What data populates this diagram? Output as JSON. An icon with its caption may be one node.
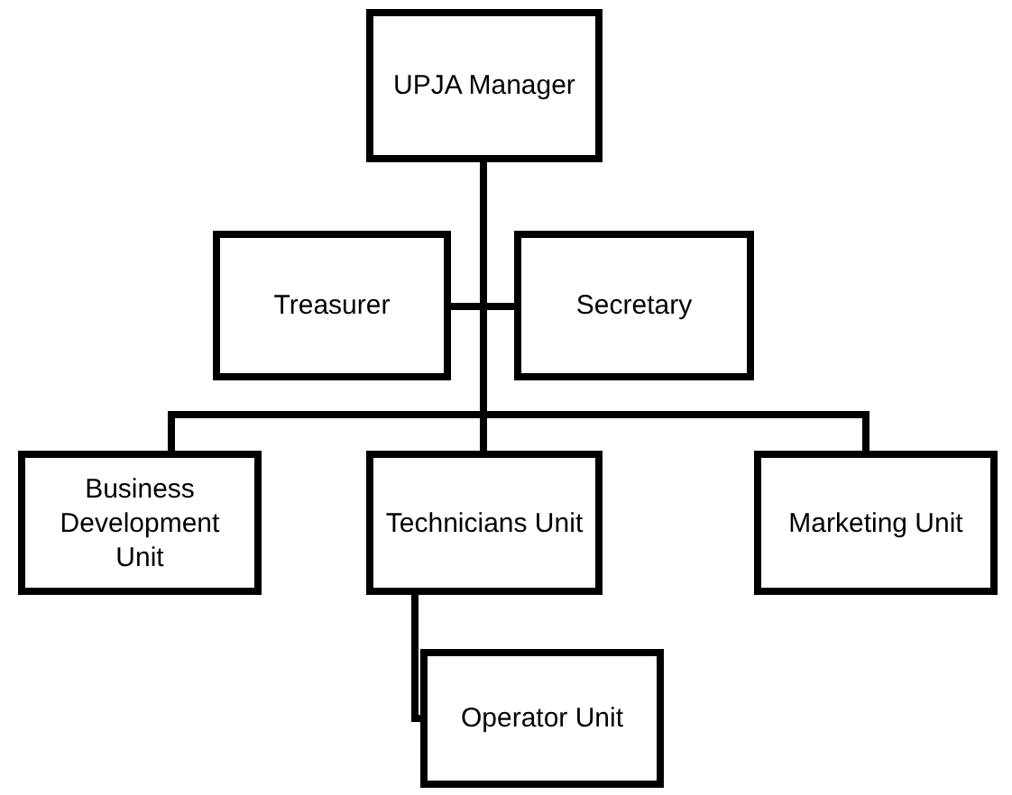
{
  "diagram": {
    "nodes": [
      {
        "text": [
          "UPJA Manager"
        ]
      },
      {
        "text": [
          "Treasurer"
        ]
      },
      {
        "text": [
          "Secretary"
        ]
      },
      {
        "text": [
          "Business Development Unit"
        ]
      },
      {
        "text": [
          "Technicians Unit"
        ]
      },
      {
        "text": [
          "Marketing Unit"
        ]
      },
      {
        "text": [
          "Operator Unit"
        ]
      }
    ],
    "edges": [
      {
        "from": 0,
        "to": 1,
        "arrow": "none"
      },
      {
        "from": 0,
        "to": 2,
        "arrow": "none"
      },
      {
        "from": 0,
        "to": 3,
        "arrow": "none"
      },
      {
        "from": 0,
        "to": 4,
        "arrow": "none"
      },
      {
        "from": 0,
        "to": 5,
        "arrow": "none"
      },
      {
        "from": 4,
        "to": 6,
        "arrow": "none"
      }
    ]
  }
}
